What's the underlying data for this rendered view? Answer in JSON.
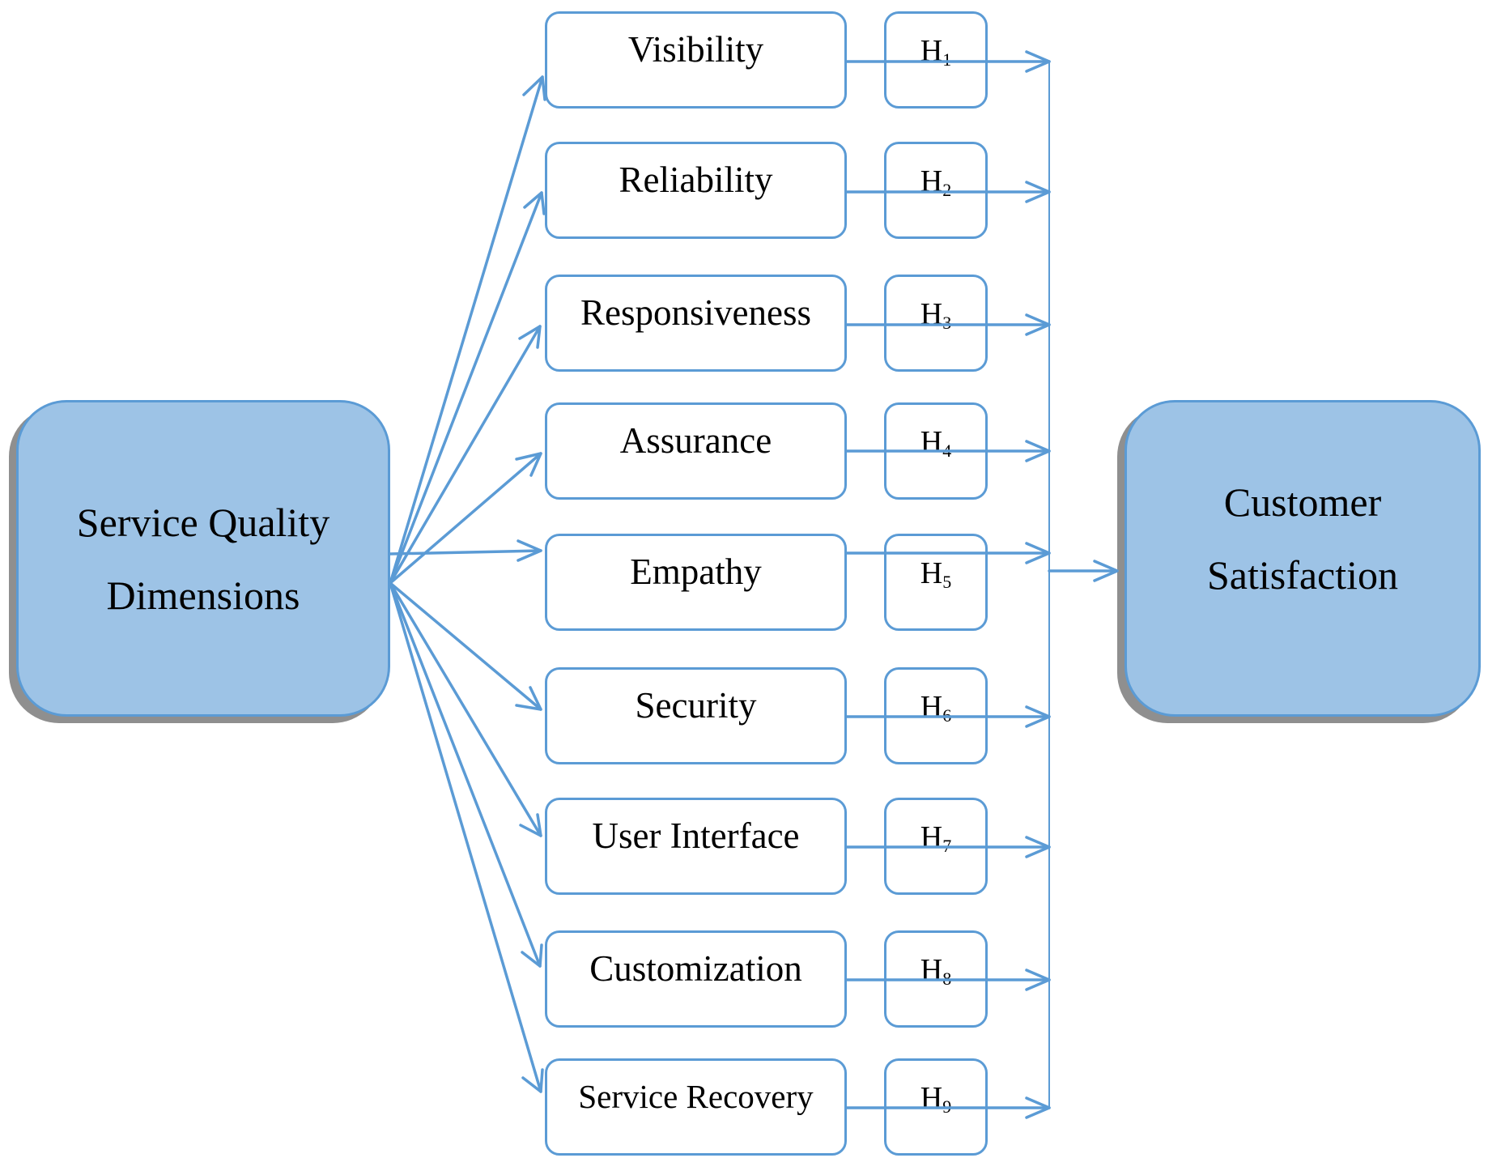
{
  "diagram": {
    "source": {
      "lines": [
        "Service Quality",
        "Dimensions"
      ]
    },
    "target": {
      "lines": [
        "Customer",
        "Satisfaction"
      ]
    },
    "dimensions": [
      {
        "label": "Visibility",
        "hypothesis": "H",
        "subscript": "1"
      },
      {
        "label": "Reliability",
        "hypothesis": "H",
        "subscript": "2"
      },
      {
        "label": "Responsiveness",
        "hypothesis": "H",
        "subscript": "3"
      },
      {
        "label": "Assurance",
        "hypothesis": "H",
        "subscript": "4"
      },
      {
        "label": "Empathy",
        "hypothesis": "H",
        "subscript": "5"
      },
      {
        "label": "Security",
        "hypothesis": "H",
        "subscript": "6"
      },
      {
        "label": "User Interface",
        "hypothesis": "H",
        "subscript": "7"
      },
      {
        "label": "Customization",
        "hypothesis": "H",
        "subscript": "8"
      },
      {
        "label": "Service Recovery",
        "hypothesis": "H",
        "subscript": "9"
      }
    ],
    "colors": {
      "line": "#5b9bd5",
      "box_fill": "#9dc3e6",
      "shadow": "#8f8f8f"
    }
  }
}
